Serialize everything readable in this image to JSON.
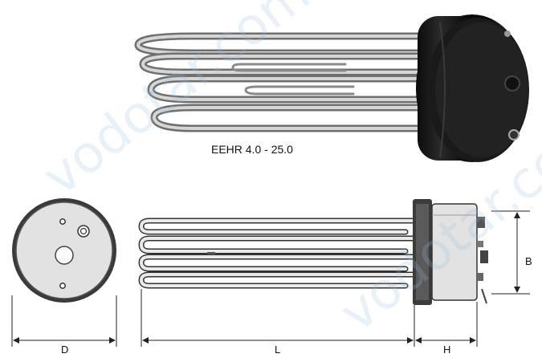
{
  "product": {
    "model_label": "EEHR 4.0 - 25.0"
  },
  "dimensions": {
    "diameter": "D",
    "length": "L",
    "head_height": "H",
    "flange_height": "B"
  },
  "watermark": {
    "text": "vodotar.com.ua"
  },
  "colors": {
    "steel": "#b8b8b8",
    "steel_dark": "#6e6e6e",
    "housing": "#151515",
    "drawing_fill": "#e3e3e3",
    "drawing_line": "#222222"
  }
}
